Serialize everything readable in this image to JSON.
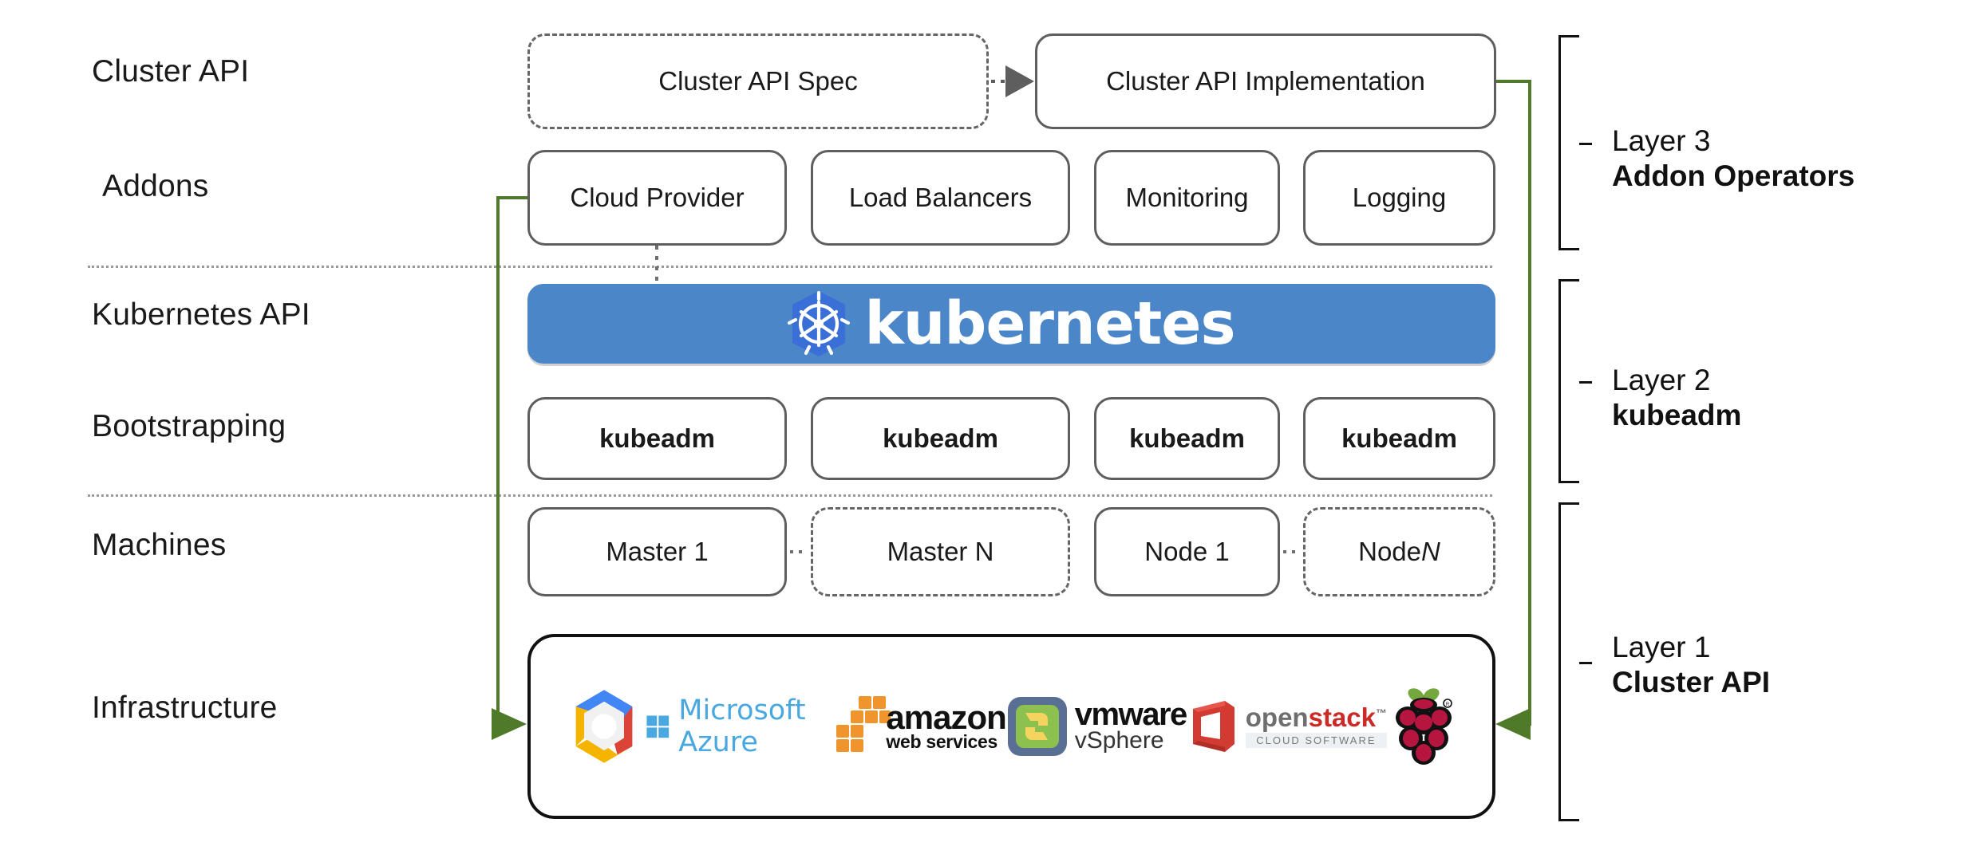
{
  "diagram": {
    "title": "Kubernetes Cluster API layered architecture",
    "accent_green": "#4e7a2a",
    "k8s_blue": "#4a86c8",
    "k8s_logo_blue": "#3a6fd8"
  },
  "row_labels": [
    {
      "id": "cluster-api",
      "label": "Cluster API"
    },
    {
      "id": "addons",
      "label": "Addons"
    },
    {
      "id": "kubernetes-api",
      "label": "Kubernetes API"
    },
    {
      "id": "bootstrapping",
      "label": "Bootstrapping"
    },
    {
      "id": "machines",
      "label": "Machines"
    },
    {
      "id": "infrastructure",
      "label": "Infrastructure"
    }
  ],
  "cluster_api_row": {
    "spec": {
      "label": "Cluster API Spec",
      "style": "dashed"
    },
    "implementation": {
      "label": "Cluster API Implementation",
      "style": "solid"
    }
  },
  "addons_row": [
    {
      "label": "Cloud Provider"
    },
    {
      "label": "Load Balancers"
    },
    {
      "label": "Monitoring"
    },
    {
      "label": "Logging"
    }
  ],
  "kubernetes_banner": {
    "wordmark": "kubernetes",
    "logo_name": "kubernetes-helm-wheel-icon"
  },
  "bootstrapping_row": [
    {
      "label": "kubeadm"
    },
    {
      "label": "kubeadm"
    },
    {
      "label": "kubeadm"
    },
    {
      "label": "kubeadm"
    }
  ],
  "machines_row": [
    {
      "label": "Master 1",
      "style": "solid",
      "italic_suffix": ""
    },
    {
      "label": "Master N",
      "style": "dashed",
      "italic_suffix": ""
    },
    {
      "label": "Node 1",
      "style": "solid",
      "italic_suffix": ""
    },
    {
      "label": "Node ",
      "style": "dashed",
      "italic_suffix": "N"
    }
  ],
  "infrastructure_logos": [
    {
      "name": "google-cloud-platform-logo",
      "text": ""
    },
    {
      "name": "microsoft-azure-logo",
      "text": "Microsoft Azure"
    },
    {
      "name": "amazon-web-services-logo",
      "text_top": "amazon",
      "text_bottom": "web services"
    },
    {
      "name": "vmware-vsphere-logo",
      "text_top": "vmware",
      "text_bottom": "vSphere"
    },
    {
      "name": "openstack-logo",
      "text_open": "open",
      "text_stack": "stack",
      "text_bottom": "CLOUD SOFTWARE"
    },
    {
      "name": "raspberry-pi-logo",
      "text": ""
    }
  ],
  "layers": [
    {
      "number": "Layer 3",
      "name": "Addon Operators"
    },
    {
      "number": "Layer 2",
      "name": "kubeadm"
    },
    {
      "number": "Layer 1",
      "name": "Cluster API"
    }
  ]
}
